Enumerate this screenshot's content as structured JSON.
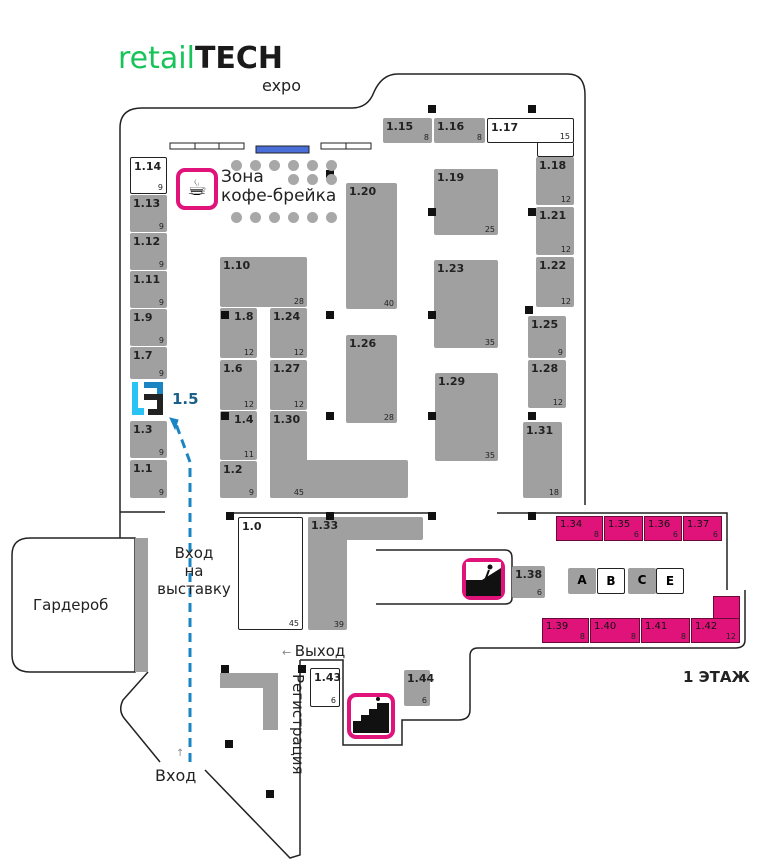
{
  "logo": {
    "part1": "retail",
    "part2": "TECH",
    "part3": "expo"
  },
  "colors": {
    "booth": "#a0a0a0",
    "highlight": "#e0137b",
    "brand_green": "#18c45a",
    "route": "#1b85c4"
  },
  "coffee_zone": {
    "line1": "Зона",
    "line2": "кофе-брейка",
    "icon": "coffee-cup-icon"
  },
  "booths": [
    {
      "id": "1.14",
      "area": "9"
    },
    {
      "id": "1.13",
      "area": "9"
    },
    {
      "id": "1.12",
      "area": "9"
    },
    {
      "id": "1.11",
      "area": "9"
    },
    {
      "id": "1.9",
      "area": "9"
    },
    {
      "id": "1.7",
      "area": "9"
    },
    {
      "id": "1.3",
      "area": "9"
    },
    {
      "id": "1.1",
      "area": "9"
    },
    {
      "id": "1.10",
      "area": "28"
    },
    {
      "id": "1.8",
      "area": "12"
    },
    {
      "id": "1.6",
      "area": "12"
    },
    {
      "id": "1.4",
      "area": "11"
    },
    {
      "id": "1.2",
      "area": "9"
    },
    {
      "id": "1.24",
      "area": "12"
    },
    {
      "id": "1.27",
      "area": "12"
    },
    {
      "id": "1.30",
      "area": "45"
    },
    {
      "id": "1.20",
      "area": "40"
    },
    {
      "id": "1.26",
      "area": "28"
    },
    {
      "id": "1.19",
      "area": "25"
    },
    {
      "id": "1.23",
      "area": "35"
    },
    {
      "id": "1.29",
      "area": "35"
    },
    {
      "id": "1.15",
      "area": "8"
    },
    {
      "id": "1.16",
      "area": "8"
    },
    {
      "id": "1.17",
      "area": "15"
    },
    {
      "id": "1.18",
      "area": "12"
    },
    {
      "id": "1.21",
      "area": "12"
    },
    {
      "id": "1.22",
      "area": "12"
    },
    {
      "id": "1.25",
      "area": "9"
    },
    {
      "id": "1.28",
      "area": "12"
    },
    {
      "id": "1.31",
      "area": "18"
    },
    {
      "id": "1.0",
      "area": "45"
    },
    {
      "id": "1.33",
      "area": "39"
    },
    {
      "id": "1.38",
      "area": "6"
    },
    {
      "id": "1.34",
      "area": "8"
    },
    {
      "id": "1.35",
      "area": "6"
    },
    {
      "id": "1.36",
      "area": "6"
    },
    {
      "id": "1.37",
      "area": "6"
    },
    {
      "id": "1.39",
      "area": "8"
    },
    {
      "id": "1.40",
      "area": "8"
    },
    {
      "id": "1.41",
      "area": "8"
    },
    {
      "id": "1.42",
      "area": "12"
    },
    {
      "id": "1.43",
      "area": "6"
    },
    {
      "id": "1.44",
      "area": "6"
    }
  ],
  "small_booths": [
    "A",
    "B",
    "C",
    "E"
  ],
  "highlight_booth": {
    "id": "1.5",
    "icon": "company-logo-icon"
  },
  "labels": {
    "entrance_exhibition": [
      "Вход",
      "на",
      "выставку"
    ],
    "wardrobe": "Гардероб",
    "exit": "Выход",
    "registration": "Регистрация",
    "entrance": "Вход",
    "floor": "1 ЭТАЖ"
  }
}
